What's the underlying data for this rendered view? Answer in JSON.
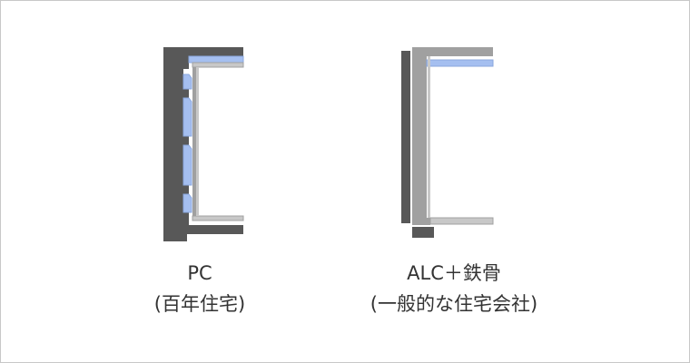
{
  "colors": {
    "dark": "#585858",
    "mid": "#a0a0a0",
    "light": "#c8c8c8",
    "blue": "#a5bff0",
    "border": "#c8c8c8",
    "text": "#333333"
  },
  "panels": [
    {
      "name": "pc",
      "title": "PC",
      "subtitle": "(百年住宅)"
    },
    {
      "name": "alc",
      "title": "ALC＋鉄骨",
      "subtitle": "(一般的な住宅会社)"
    }
  ]
}
